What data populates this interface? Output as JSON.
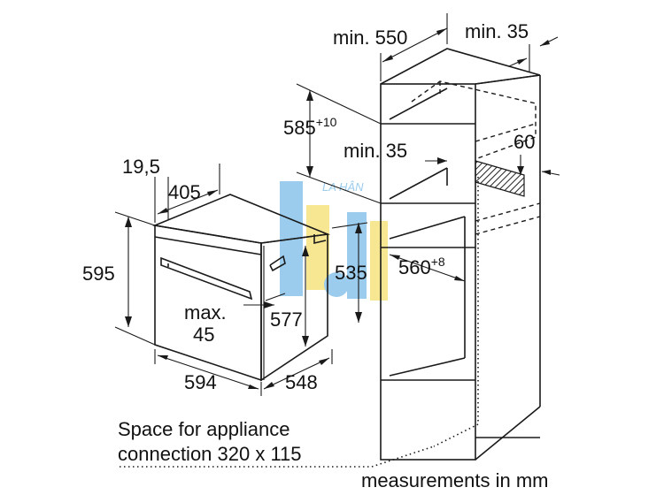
{
  "dimensions": {
    "min_550": "min. 550",
    "min_35_top": "min. 35",
    "d585": "585",
    "d585_tol": "+10",
    "min_35_mid": "min. 35",
    "d60": "60",
    "d19_5": "19,5",
    "d405": "405",
    "d595": "595",
    "d535": "535",
    "d560": "560",
    "d560_tol": "+8",
    "max_label": "max.",
    "max_val": "45",
    "d577": "577",
    "d594": "594",
    "d548": "548"
  },
  "notes": {
    "space_line1": "Space for appliance",
    "space_line2": "connection 320 x 115",
    "units": "measurements in mm"
  },
  "watermark": {
    "text": "LA HÂN",
    "color": "#4aa3df",
    "accent": "#f2d23a"
  }
}
